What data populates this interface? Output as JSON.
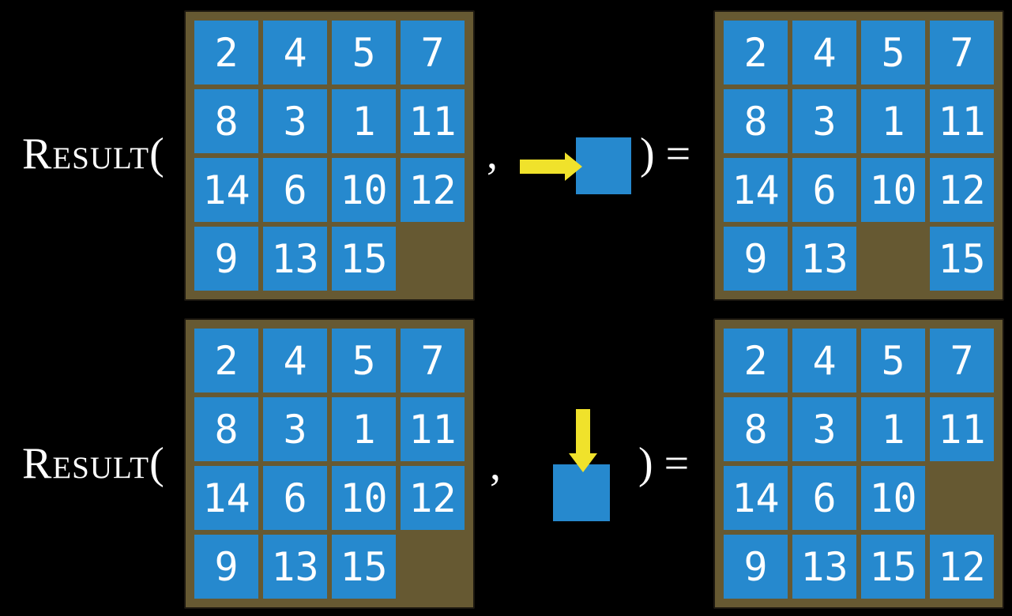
{
  "colors": {
    "page_bg": "#000000",
    "board_bg": "#665932",
    "board_border": "#1b1710",
    "tile_bg": "#2689ce",
    "tile_text": "#ffffff",
    "arrow_yellow": "#f0e22b",
    "text_white": "#ffffff"
  },
  "rows": [
    {
      "function_label": "Result(",
      "comma": ",",
      "close_label": ") =",
      "action": {
        "direction": "right",
        "description": "slide tile right into blank"
      },
      "input_board": {
        "grid": [
          [
            2,
            4,
            5,
            7
          ],
          [
            8,
            3,
            1,
            11
          ],
          [
            14,
            6,
            10,
            12
          ],
          [
            9,
            13,
            15,
            null
          ]
        ]
      },
      "output_board": {
        "grid": [
          [
            2,
            4,
            5,
            7
          ],
          [
            8,
            3,
            1,
            11
          ],
          [
            14,
            6,
            10,
            12
          ],
          [
            9,
            13,
            null,
            15
          ]
        ]
      }
    },
    {
      "function_label": "Result(",
      "comma": ",",
      "close_label": ") =",
      "action": {
        "direction": "down",
        "description": "slide tile down into blank"
      },
      "input_board": {
        "grid": [
          [
            2,
            4,
            5,
            7
          ],
          [
            8,
            3,
            1,
            11
          ],
          [
            14,
            6,
            10,
            12
          ],
          [
            9,
            13,
            15,
            null
          ]
        ]
      },
      "output_board": {
        "grid": [
          [
            2,
            4,
            5,
            7
          ],
          [
            8,
            3,
            1,
            11
          ],
          [
            14,
            6,
            10,
            null
          ],
          [
            9,
            13,
            15,
            12
          ]
        ]
      }
    }
  ]
}
